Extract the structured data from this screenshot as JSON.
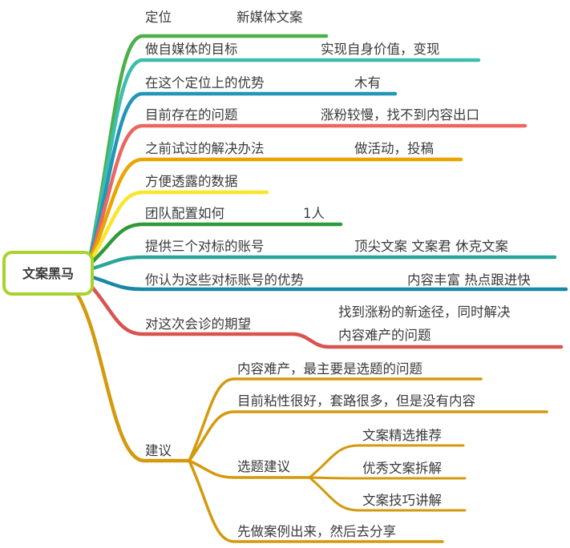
{
  "root": {
    "label": "文案黑马",
    "border_color": "#a8d32c"
  },
  "branches": [
    {
      "label": "定位",
      "value": "新媒体文案",
      "color": "#4cb04a"
    },
    {
      "label": "做自媒体的目标",
      "value": "实现自身价值，变现",
      "color": "#3dbdb0"
    },
    {
      "label": "在这个定位上的优势",
      "value": "木有",
      "color": "#2196b8"
    },
    {
      "label": "目前存在的问题",
      "value": "涨粉较慢，找不到内容出口",
      "color": "#ec6660"
    },
    {
      "label": "之前试过的解决办法",
      "value": "做活动，投稿",
      "color": "#eaa400"
    },
    {
      "label": "方便透露的数据",
      "value": "",
      "color": "#fbe42c"
    },
    {
      "label": "团队配置如何",
      "value": "1人",
      "color": "#2f9a38"
    },
    {
      "label": "提供三个对标的账号",
      "value": "顶尖文案 文案君 休克文案",
      "color": "#2aa59a"
    },
    {
      "label": "你认为这些对标账号的优势",
      "value": "内容丰富 热点跟进快",
      "color": "#1a87a5"
    },
    {
      "label": "对这次会诊的期望",
      "value_lines": [
        "找到涨粉的新途径，同时解决",
        "内容难产的问题"
      ],
      "color": "#d9534f"
    }
  ],
  "advice": {
    "label": "建议",
    "color": "#d4990c",
    "children": [
      {
        "label": "内容难产，最主要是选题的问题"
      },
      {
        "label": "目前粘性很好，套路很多，但是没有内容"
      },
      {
        "label": "选题建议",
        "children": [
          {
            "label": "文案精选推荐"
          },
          {
            "label": "优秀文案拆解"
          },
          {
            "label": "文案技巧讲解"
          }
        ]
      },
      {
        "label": "先做案例出来，然后去分享"
      }
    ]
  }
}
